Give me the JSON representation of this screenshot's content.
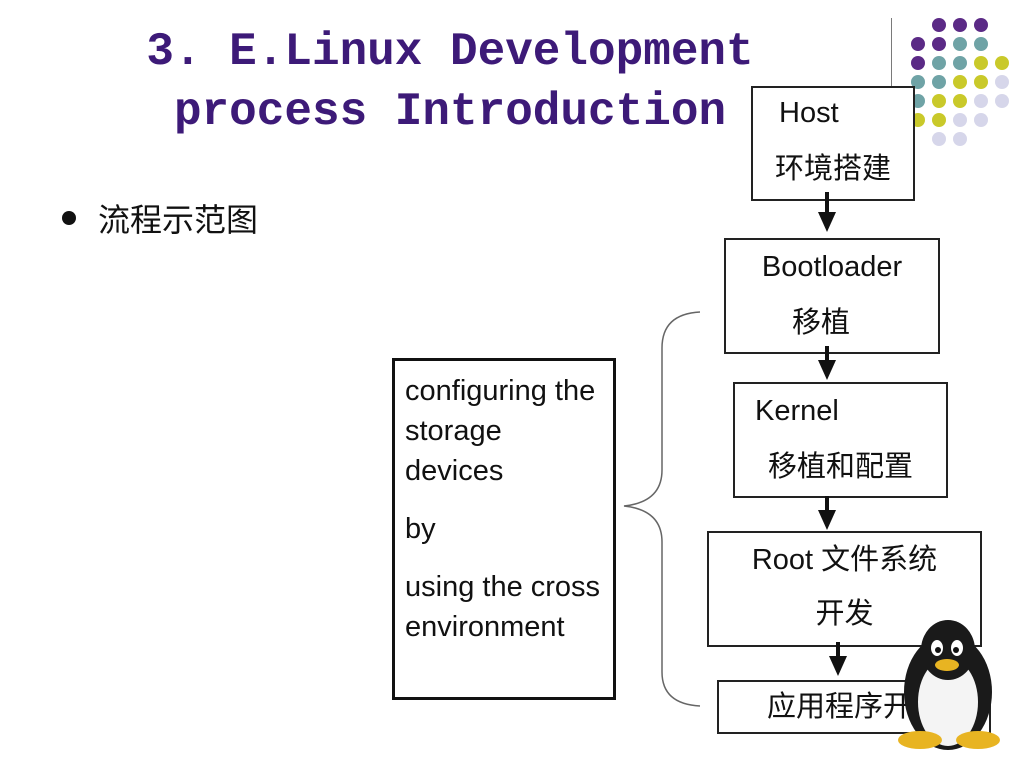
{
  "title": {
    "line1": "3. E.Linux Development",
    "line2": "process Introduction"
  },
  "bullet": "流程示范图",
  "steps": [
    {
      "line1": "Host",
      "line2": "环境搭建"
    },
    {
      "line1": "Bootloader",
      "line2": "移植"
    },
    {
      "line1": "Kernel",
      "line2": "移植和配置"
    },
    {
      "line1": "Root 文件系统",
      "line2": "开发"
    },
    {
      "line1": "应用程序开发",
      "line2": ""
    }
  ],
  "note": {
    "p1": "configuring the storage devices",
    "p2": "by",
    "p3": "using the cross environment"
  },
  "colors": {
    "title": "#3d1a78",
    "dot_purple": "#5b2a86",
    "dot_teal": "#6fa3a6",
    "dot_olive": "#c9c92a",
    "dot_lavender": "#d6d6ea"
  },
  "icons": [
    "tux-penguin-icon",
    "right-brace-icon"
  ]
}
